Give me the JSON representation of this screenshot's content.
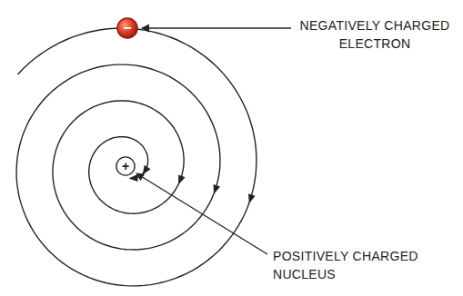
{
  "diagram": {
    "nodes": [
      {
        "text": [
          "−"
        ]
      },
      {
        "text": [
          "+"
        ]
      }
    ],
    "labels": [
      "NEGATIVELY CHARGED ELECTRON",
      "POSITIVELY CHARGED NUCLEUS"
    ]
  }
}
